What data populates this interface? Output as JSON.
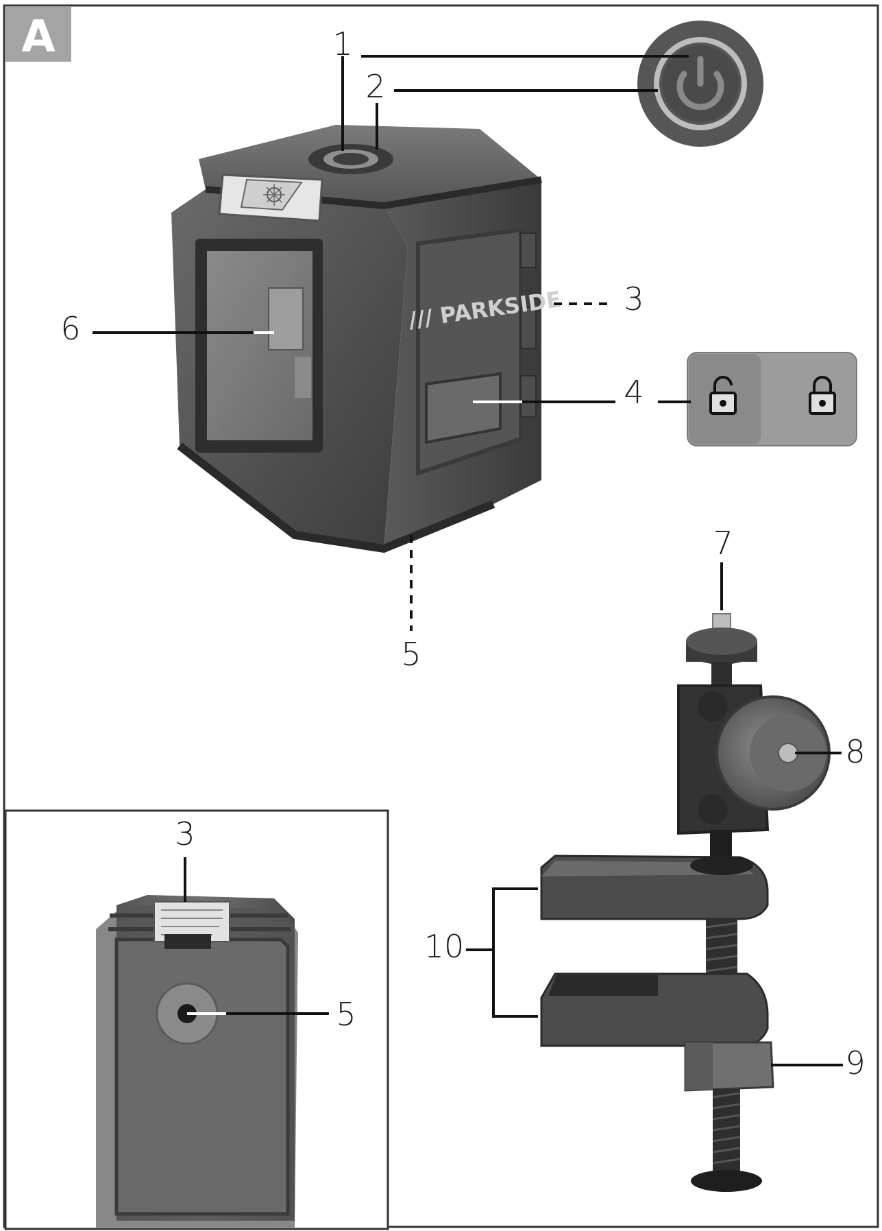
{
  "figure_label": "A",
  "brand_text": "/// PARKSIDE",
  "callouts": {
    "c1": "1",
    "c2": "2",
    "c3": "3",
    "c4": "4",
    "c5": "5",
    "c6": "6",
    "c7": "7",
    "c8": "8",
    "c9": "9",
    "c10": "10",
    "inset_c3": "3",
    "inset_c5": "5"
  },
  "colors": {
    "housing_dark": "#3a3a3a",
    "housing_mid": "#6e6e6e",
    "housing_light": "#9a9a9a",
    "frame": "#333333",
    "label_bg": "#a8a8a8"
  },
  "icons": [
    "power-icon",
    "lock-open-icon",
    "lock-closed-icon",
    "laser-warning-icon"
  ]
}
